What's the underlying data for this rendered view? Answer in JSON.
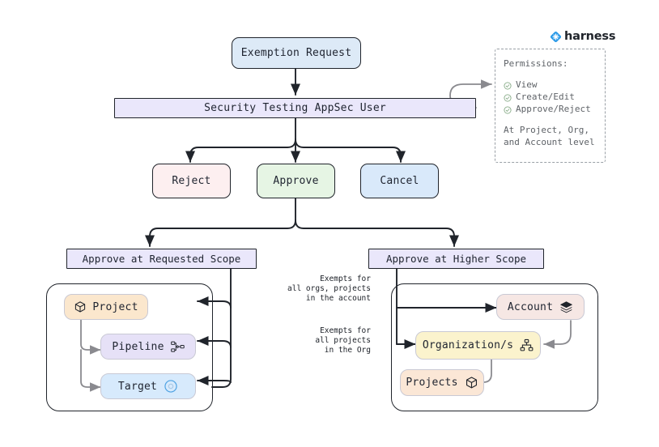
{
  "brand": {
    "name": "harness",
    "logo_icon": "harness-diamond-icon",
    "color": "#2b9ae8"
  },
  "flow": {
    "request": {
      "label": "Exemption Request",
      "fill": "#ddeaf7",
      "stroke": "#20242b"
    },
    "role_bar": {
      "label": "Security Testing AppSec User",
      "fill": "#eae7fb",
      "stroke": "#20242b"
    },
    "actions": [
      {
        "label": "Reject",
        "fill": "#fdeff0",
        "stroke": "#20242b"
      },
      {
        "label": "Approve",
        "fill": "#e6f5e4",
        "stroke": "#20242b"
      },
      {
        "label": "Cancel",
        "fill": "#d9e9fa",
        "stroke": "#20242b"
      }
    ],
    "scopes": [
      {
        "label": "Approve at Requested Scope",
        "fill": "#eae7fb",
        "stroke": "#20242b"
      },
      {
        "label": "Approve at Higher Scope",
        "fill": "#eae7fb",
        "stroke": "#20242b"
      }
    ]
  },
  "permissions": {
    "heading": "Permissions:",
    "items": [
      "View",
      "Create/Edit",
      "Approve/Reject"
    ],
    "check_icon": "circle-check-icon",
    "footer_line1": "At Project, Org,",
    "footer_line2": "and Account level",
    "border_color": "#9aa0a6",
    "text_color": "#5f6368",
    "check_color": "#6f9a6f"
  },
  "requested_scope_panel": {
    "nodes": [
      {
        "label": "Project",
        "icon": "cube-icon",
        "fill": "#fbe7cd",
        "icon_side": "left"
      },
      {
        "label": "Pipeline",
        "icon": "pipeline-icon",
        "fill": "#e6e1f7",
        "icon_side": "right"
      },
      {
        "label": "Target",
        "icon": "target-icon",
        "fill": "#d7eafc",
        "icon_side": "right"
      }
    ]
  },
  "higher_scope_panel": {
    "nodes": [
      {
        "label": "Account",
        "icon": "layers-icon",
        "fill": "#f6e7e4"
      },
      {
        "label": "Organization/s",
        "icon": "sitemap-icon",
        "fill": "#fbf3cd"
      },
      {
        "label": "Projects",
        "icon": "cube-icon",
        "fill": "#fbe7d6"
      }
    ]
  },
  "annotations": [
    {
      "lines": [
        "Exempts for",
        "all orgs, projects",
        "in the account"
      ]
    },
    {
      "lines": [
        "Exempts for",
        "all projects",
        "in the Org"
      ]
    }
  ]
}
